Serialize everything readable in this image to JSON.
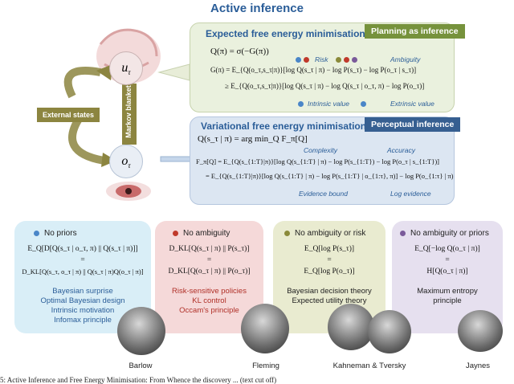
{
  "title": "Active inference",
  "nodes": {
    "u": "u",
    "u_sub": "τ",
    "o": "o",
    "o_sub": "τ"
  },
  "external_states": "External states",
  "markov_blanket": "Markov blanket",
  "efe": {
    "header": "Expected free energy minimisation",
    "tag": "Planning as inference",
    "eq1": "Q(π) = σ(−G(π))",
    "eq2": "G(π) = E_{Q(o_τ,s_τ|π)}[log Q(s_τ | π) − log P(s_τ) − log P(o_τ | s_τ)]",
    "eq3": "≥ E_{Q(o_τ,s_τ|π)}[log Q(s_τ | π) − log Q(s_τ | o_τ, π) − log P(o_τ)]",
    "risk": "Risk",
    "ambiguity": "Ambiguity",
    "intrinsic": "Intrinsic value",
    "extrinsic": "Extrinsic value"
  },
  "vfe": {
    "header": "Variational free energy minimisation",
    "tag": "Perceptual inference",
    "eq1": "Q(s_τ | π) = arg min_Q F_π[Q]",
    "eq2": "F_π[Q] = E_{Q(s_{1:T}|π)}[log Q(s_{1:T} | π) − log P(s_{1:T}) − log P(o_τ | s_{1:T})]",
    "eq3": "= E_{Q(s_{1:T}|π)}[log Q(s_{1:T} | π) − log P(s_{1:T} | o_{1:τ}, π)] − log P(o_{1:τ} | π)",
    "complexity": "Complexity",
    "accuracy": "Accuracy",
    "evidence_bound": "Evidence bound",
    "log_evidence": "Log evidence"
  },
  "boxes": [
    {
      "head": "No priors",
      "dot_color": "#4a86c8",
      "eq1": "E_Q[D[Q(s_τ | o_τ, π) || Q(s_τ | π)]]",
      "eq_sign": "=",
      "eq2": "D_KL[Q(s_τ, o_τ | π) || Q(s_τ | π)Q(o_τ | π)]",
      "lines": [
        "Bayesian surprise",
        "Optimal Bayesian design",
        "Intrinsic motivation",
        "Infomax principle"
      ],
      "text_color": "#2a5d98",
      "person": "Barlow"
    },
    {
      "head": "No ambiguity",
      "dot_color": "#c0392b",
      "eq1": "D_KL[Q(s_τ | π) || P(s_τ)]",
      "eq_sign": "=",
      "eq2": "D_KL[Q(o_τ | π) || P(o_τ)]",
      "lines": [
        "Risk-sensitive policies",
        "KL control",
        "Occam's principle"
      ],
      "text_color": "#b03028",
      "person": "Fleming"
    },
    {
      "head": "No ambiguity or risk",
      "dot_color": "#8a8a3a",
      "eq1": "E_Q[log P(s_τ)]",
      "eq_sign": "=",
      "eq2": "E_Q[log P(o_τ)]",
      "lines": [
        "Bayesian decision theory",
        "Expected utility theory"
      ],
      "text_color": "#222222",
      "person": "Kahneman & Tversky"
    },
    {
      "head": "No ambiguity or priors",
      "dot_color": "#7a5a9a",
      "eq1": "E_Q[−log Q(o_τ | π)]",
      "eq_sign": "=",
      "eq2": "H[Q(o_τ | π)]",
      "lines": [
        "Maximum entropy",
        "principle"
      ],
      "text_color": "#222222",
      "person": "Jaynes"
    }
  ],
  "caption_fragment": "5: Active Inference and Free Energy Minimisation: From Whence the discovery ... (text cut off)",
  "colors": {
    "blue": "#2a5d98",
    "efe_bg": "#eaf1de",
    "vfe_bg": "#dce6f2",
    "efe_tag": "#76923c",
    "vfe_tag": "#365f91",
    "olive_arrow": "#8c8540",
    "box1": "#d9eef7",
    "box2": "#f5d9d9",
    "box3": "#e9ebd0",
    "box4": "#e6e0ef"
  }
}
